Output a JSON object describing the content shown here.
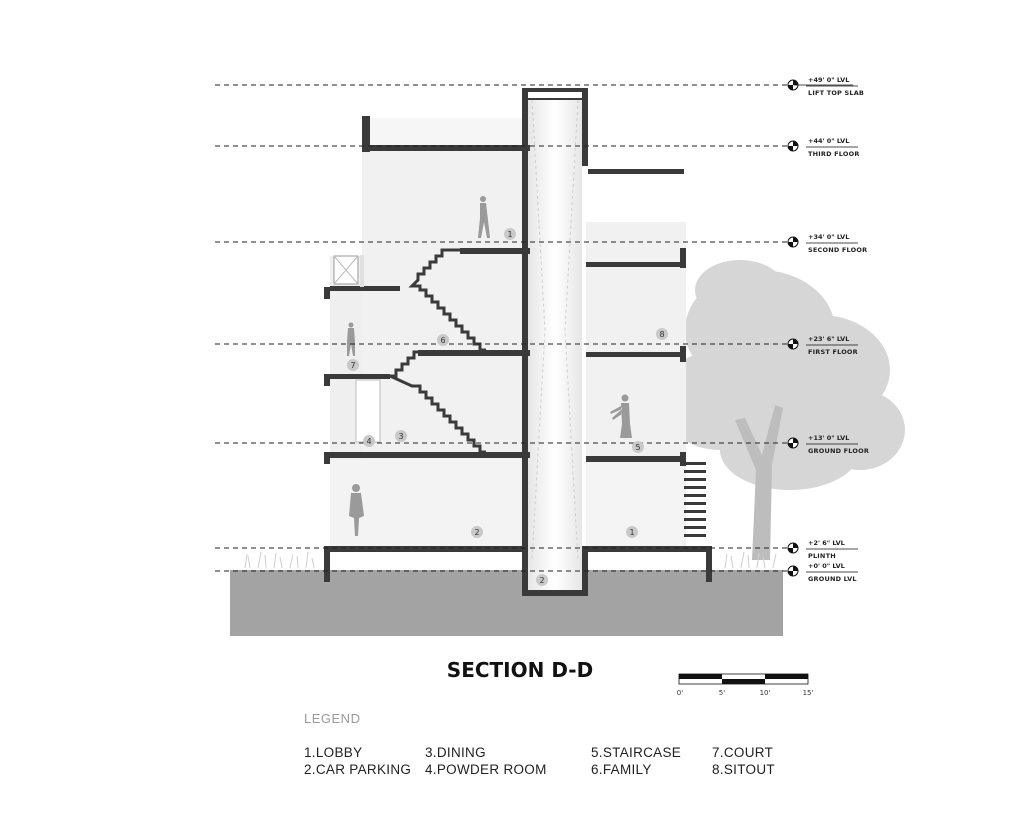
{
  "title": "SECTION D-D",
  "levels": [
    {
      "value": "+49' 0\" LVL",
      "name": "LIFT TOP SLAB"
    },
    {
      "value": "+44' 0\" LVL",
      "name": "THIRD FLOOR"
    },
    {
      "value": "+34' 0\" LVL",
      "name": "SECOND FLOOR"
    },
    {
      "value": "+23' 6\" LVL",
      "name": "FIRST FLOOR"
    },
    {
      "value": "+13' 0\" LVL",
      "name": "GROUND FLOOR"
    },
    {
      "value": "+2' 6\" LVL",
      "name": "PLINTH"
    },
    {
      "value": "+0' 0\" LVL",
      "name": "GROUND LVL"
    }
  ],
  "room_tags": [
    "1",
    "6",
    "7",
    "3",
    "4",
    "2",
    "2",
    "8",
    "5",
    "1"
  ],
  "scale_bar": {
    "labels": [
      "0'",
      "5'",
      "10'",
      "15'"
    ]
  },
  "legend": {
    "title": "LEGEND",
    "items": [
      "1.LOBBY",
      "2.CAR PARKING",
      "3.DINING",
      "4.POWDER ROOM",
      "5.STAIRCASE",
      "6.FAMILY",
      "7.COURT",
      "8.SITOUT"
    ]
  },
  "colors": {
    "ground": "#a3a3a3",
    "slab": "#3a3a3a",
    "wall_fill": "#f1f1f1",
    "tree": "#d6d6d6",
    "tag": "#c9c9c9"
  }
}
